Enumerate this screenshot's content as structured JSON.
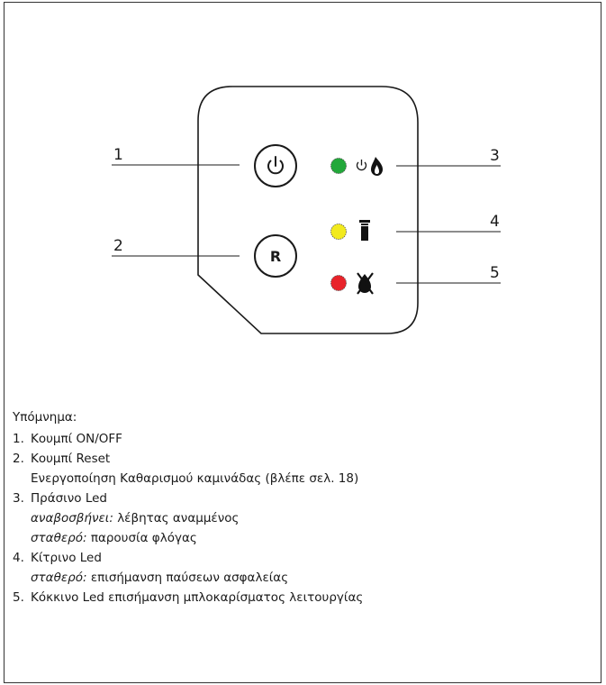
{
  "diagram": {
    "button_reset_label": "R",
    "callouts": [
      "1",
      "2",
      "3",
      "4",
      "5"
    ],
    "icons": {
      "power_button": "power-icon",
      "green_led": "power-flame-icon",
      "yellow_led": "chimney-icon",
      "red_led": "flame-blocked-icon"
    },
    "colors": {
      "green_led": "#22a83a",
      "yellow_led": "#f2ea1e",
      "red_led": "#e8232a"
    }
  },
  "legend": {
    "title": "Υπόμνημα:",
    "items": [
      {
        "num": "1.",
        "main": "Κουμπί ON/OFF"
      },
      {
        "num": "2.",
        "main": "Κουμπί Reset",
        "line2": "Ενεργοποίηση Καθαρισμού καμινάδας (βλέπε σελ. 18)"
      },
      {
        "num": "3.",
        "main": "Πράσινο Led",
        "line2_em": "αναβοσβήνει:",
        "line2": " λέβητας αναμμένος",
        "line3_em": "σταθερό:",
        "line3": " παρουσία φλόγας"
      },
      {
        "num": "4.",
        "main": "Κίτρινο Led",
        "line2_em": "σταθερό:",
        "line2": " επισήμανση παύσεων ασφαλείας"
      },
      {
        "num": "5.",
        "main": "Κόκκινο Led επισήμανση μπλοκαρίσματος λειτουργίας"
      }
    ]
  }
}
